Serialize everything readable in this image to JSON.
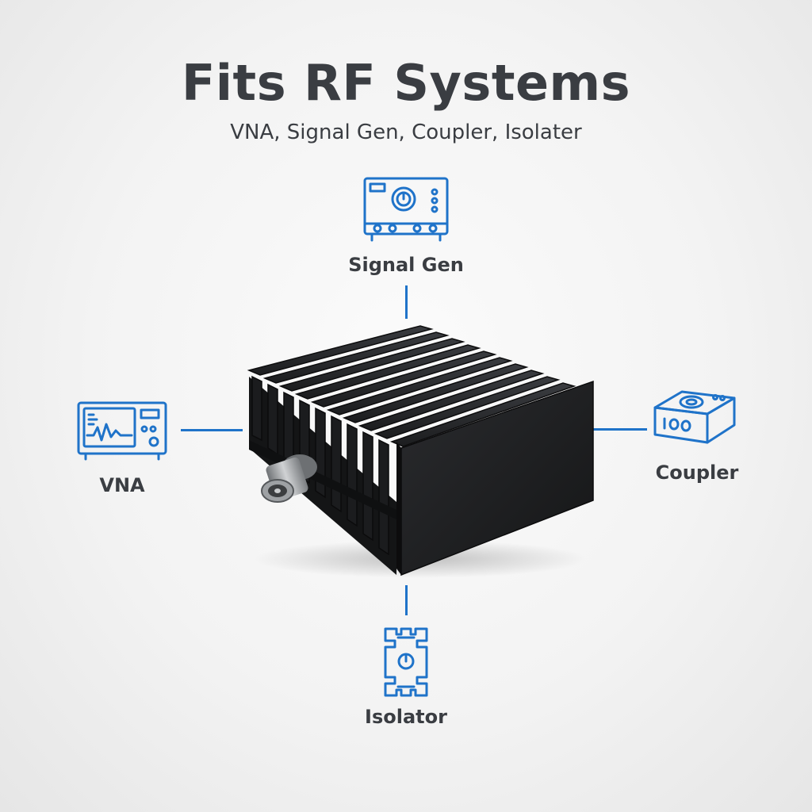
{
  "header": {
    "title": "Fits RF Systems",
    "subtitle": "VNA, Signal Gen, Coupler, Isolater"
  },
  "nodes": {
    "signal_gen": {
      "label": "Signal Gen",
      "icon": "signal-generator-icon"
    },
    "vna": {
      "label": "VNA",
      "icon": "vna-icon"
    },
    "coupler": {
      "label": "Coupler",
      "icon": "coupler-icon"
    },
    "isolator": {
      "label": "Isolator",
      "icon": "isolator-icon"
    }
  },
  "product": {
    "icon": "rf-attenuator-heatsink-image"
  },
  "colors": {
    "accent": "#1f73c9",
    "text": "#3a3d42",
    "heatsink": "#1e1f21",
    "connector_metal": "#a9abad"
  }
}
